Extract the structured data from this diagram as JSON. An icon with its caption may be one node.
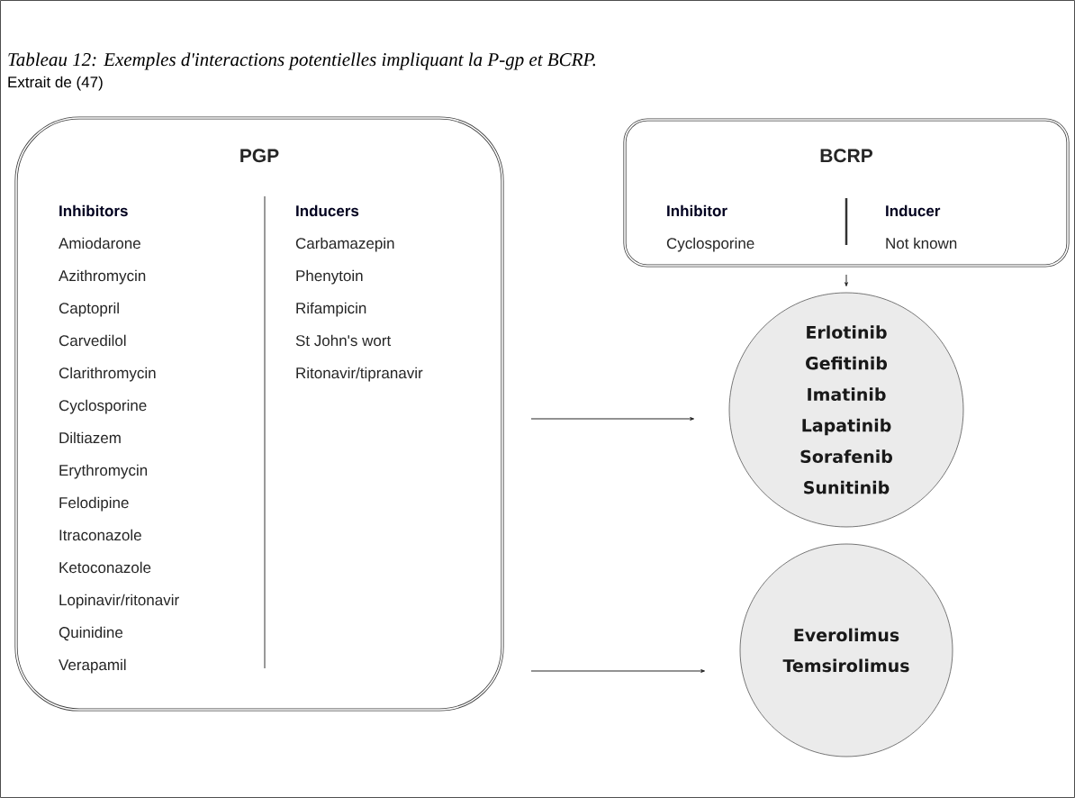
{
  "diagram": {
    "title": "Tableau 12: Exemples d'interactions potentielles impliquant la P-gp et BCRP.",
    "caption": "Extrait de (47)",
    "nodes": [
      {
        "text": [
          "PGP",
          "Inhibitors",
          "Amiodarone",
          "Azithromycin",
          "Captopril",
          "Carvedilol",
          "Clarithromycin",
          "Cyclosporine",
          "Diltiazem",
          "Erythromycin",
          "Felodipine",
          "Itraconazole",
          "Ketoconazole",
          "Lopinavir/ritonavir",
          "Quinidine",
          "Verapamil",
          "Inducers",
          "Carbamazepin",
          "Phenytoin",
          "Rifampicin",
          "St John's wort",
          "Ritonavir/tipranavir"
        ]
      },
      {
        "text": [
          "BCRP",
          "Inhibitor",
          "Cyclosporine",
          "Inducer",
          "Not known"
        ]
      },
      {
        "text": [
          "Erlotinib",
          "Gefitinib",
          "Imatinib",
          "Lapatinib",
          "Sorafenib",
          "Sunitinib"
        ]
      },
      {
        "text": [
          "Everolimus",
          "Temsirolimus"
        ]
      }
    ],
    "edges": [
      {
        "from": 0,
        "to": 2,
        "arrow": "to"
      },
      {
        "from": 1,
        "to": 2,
        "arrow": "to"
      },
      {
        "from": 0,
        "to": 3,
        "arrow": "to"
      }
    ]
  }
}
